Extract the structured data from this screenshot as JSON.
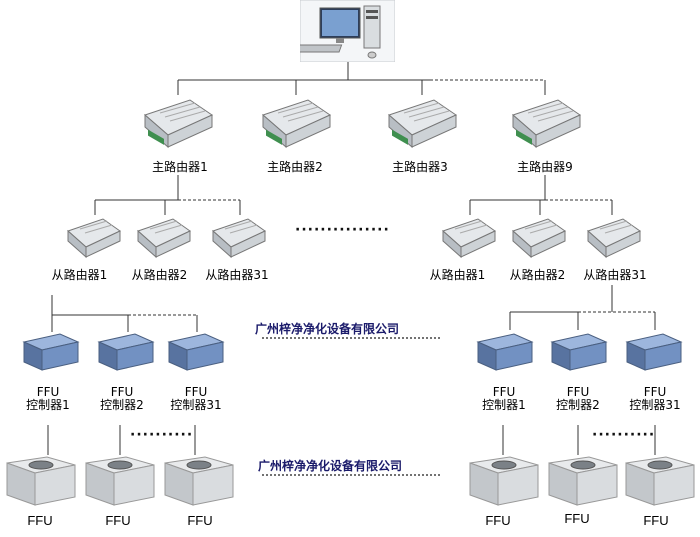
{
  "diagram": {
    "pc": {
      "icon": "computer-icon"
    },
    "main_routers": [
      {
        "label": "主路由器1"
      },
      {
        "label": "主路由器2"
      },
      {
        "label": "主路由器3"
      },
      {
        "label": "主路由器9"
      }
    ],
    "slave_routers_left": [
      {
        "label": "从路由器1"
      },
      {
        "label": "从路由器2"
      },
      {
        "label": "从路由器31"
      }
    ],
    "slave_routers_right": [
      {
        "label": "从路由器1"
      },
      {
        "label": "从路由器2"
      },
      {
        "label": "从路由器31"
      }
    ],
    "controllers_left": [
      {
        "line1": "FFU",
        "line2": "控制器1"
      },
      {
        "line1": "FFU",
        "line2": "控制器2"
      },
      {
        "line1": "FFU",
        "line2": "控制器31"
      }
    ],
    "controllers_right": [
      {
        "line1": "FFU",
        "line2": "控制器1"
      },
      {
        "line1": "FFU",
        "line2": "控制器2"
      },
      {
        "line1": "FFU",
        "line2": "控制器31"
      }
    ],
    "ffu_left": [
      {
        "label": "FFU"
      },
      {
        "label": "FFU"
      },
      {
        "label": "FFU"
      }
    ],
    "ffu_right": [
      {
        "label": "FFU"
      },
      {
        "label": "FFU"
      },
      {
        "label": "FFU"
      }
    ],
    "watermark_1": "广州梓净净化设备有限公司",
    "watermark_2": "广州梓净净化设备有限公司",
    "ellipsis_routers": "···············",
    "ellipsis_ffu": "··········"
  },
  "colors": {
    "line": "#333333",
    "router_body": "#d8dde2",
    "controller_body": "#6f8fbf",
    "ffu_body": "#dadde0",
    "watermark": "#1a1a6a"
  }
}
